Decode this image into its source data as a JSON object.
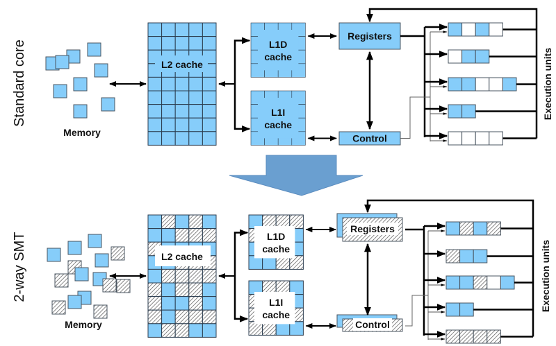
{
  "colors": {
    "blue": "#86cdfa",
    "stroke": "#4a5560",
    "arrow_big": "#6a9fd0",
    "hatch": "#555555"
  },
  "panels": [
    {
      "id": "standard",
      "side_label": "Standard core",
      "memory_label": "Memory",
      "l2_label": "L2 cache",
      "l1d_label": [
        "L1D",
        "cache"
      ],
      "l1i_label": [
        "L1I",
        "cache"
      ],
      "registers_label": "Registers",
      "control_label": "Control",
      "exec_label": "Execution units",
      "memory_blocks": [
        {
          "t": "b"
        },
        {
          "t": "b"
        },
        {
          "t": "b"
        },
        {
          "t": "b"
        },
        {
          "t": "b"
        },
        {
          "t": "b"
        },
        {
          "t": "b"
        },
        {
          "t": "b"
        },
        {
          "t": "b"
        }
      ],
      "l2_grid": [
        "bbbbb",
        "bbbbb",
        "bbbbb",
        "bbbbb",
        "bbbbb",
        "bbbbb",
        "bbbbb",
        "bbbbb",
        "bbbbb"
      ],
      "l1d_grid": [
        "bbbb",
        "bbbb",
        "bbbb",
        "bbbb"
      ],
      "l1i_grid": [
        "bbbb",
        "bbbb",
        "bbbb",
        "bbbb"
      ],
      "exec_units": [
        "bwbw",
        "wbb",
        "bbwwb",
        "bb",
        "wwww"
      ],
      "registers_style": "blue",
      "control_style": "blue"
    },
    {
      "id": "smt",
      "side_label": "2-way SMT",
      "memory_label": "Memory",
      "l2_label": "L2 cache",
      "l1d_label": [
        "L1D",
        "cache"
      ],
      "l1i_label": [
        "L1I",
        "cache"
      ],
      "registers_label": "Registers",
      "control_label": "Control",
      "exec_label": "Execution units",
      "memory_blocks": [
        {
          "t": "b"
        },
        {
          "t": "b"
        },
        {
          "t": "b"
        },
        {
          "t": "h"
        },
        {
          "t": "b"
        },
        {
          "t": "h"
        },
        {
          "t": "b"
        },
        {
          "t": "b"
        },
        {
          "t": "h"
        },
        {
          "t": "h"
        },
        {
          "t": "b"
        },
        {
          "t": "h"
        },
        {
          "t": "b"
        },
        {
          "t": "h"
        },
        {
          "t": "h"
        }
      ],
      "l2_grid": [
        "bhbhb",
        "bbhhh",
        "hbbbb",
        "bbhhh",
        "bhhhh",
        "hbhhb",
        "hbbhb",
        "hbhhh",
        "bhhbb"
      ],
      "l1d_grid": [
        "bhhh",
        "hbbb",
        "bbbb",
        "bbhh"
      ],
      "l1i_grid": [
        "bhhb",
        "hbbb",
        "hbbh",
        "hhbb"
      ],
      "exec_units": [
        "bhbh",
        "hbb",
        "bbhwb",
        "bb",
        "hhhh"
      ],
      "registers_style": "hatched",
      "control_style": "hatched"
    }
  ]
}
